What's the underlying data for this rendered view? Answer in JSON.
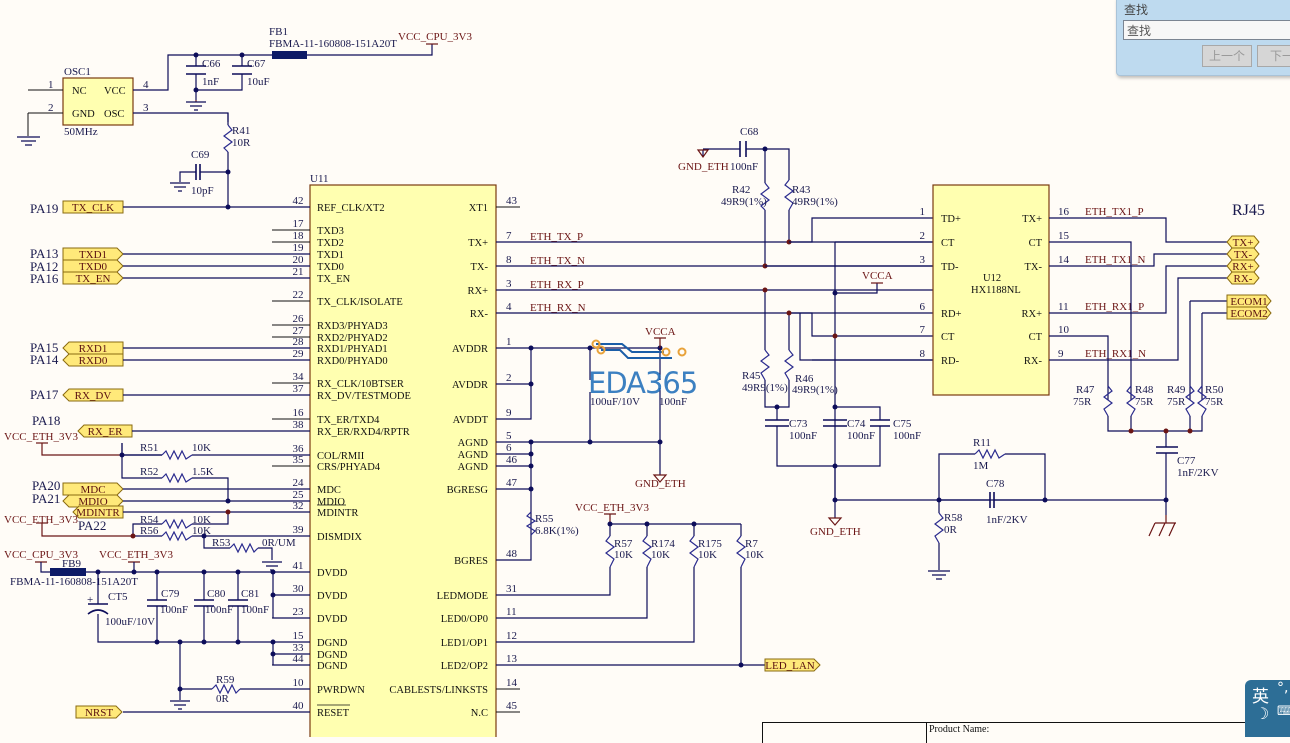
{
  "find_panel": {
    "title": "查找",
    "input_value": "查找",
    "prev_label": "上一个",
    "next_label": "下一个"
  },
  "ime": {
    "lang": "英",
    "punct": "°,",
    "moon": "☽",
    "keyboard": "⌨"
  },
  "watermark": "EDA365",
  "title_block": {
    "product_name_label": "Product Name:"
  },
  "labels": {
    "fb1_ref": "FB1",
    "fb1_val": "FBMA-11-160808-151A20T",
    "vcc_cpu": "VCC_CPU_3V3",
    "vcc_eth": "VCC_ETH_3V3",
    "vcca": "VCCA",
    "gnd_eth": "GND_ETH",
    "osc1": "OSC1",
    "osc_freq": "50MHz",
    "osc_nc": "NC",
    "osc_vcc": "VCC",
    "osc_gnd": "GND",
    "osc_osc": "OSC",
    "osc_p1": "1",
    "osc_p2": "2",
    "osc_p3": "3",
    "osc_p4": "4",
    "c66": "C66",
    "c66v": "1nF",
    "c67": "C67",
    "c67v": "10uF",
    "r41": "R41",
    "r41v": "10R",
    "c69": "C69",
    "c69v": "10pF",
    "u11": "U11",
    "u12": "U12",
    "u12v": "HX1188NL",
    "rj45": "RJ45",
    "c68": "C68",
    "c68v": "100nF",
    "r42": "R42",
    "r42v": "49R9(1%)",
    "r43": "R43",
    "r43v": "49R9(1%)",
    "r45": "R45",
    "r45v": "49R9(1%)",
    "r46": "R46",
    "r46v": "49R9(1%)",
    "c73": "C73",
    "c73v": "100nF",
    "c74": "C74",
    "c74v": "100nF",
    "c75": "C75",
    "c75v": "100nF",
    "ct_cap_v": "100uF/10V",
    "c_vcca_v": "100nF",
    "r55": "R55",
    "r55v": "6.8K(1%)",
    "r57": "R57",
    "r57v": "10K",
    "r174": "R174",
    "r174v": "10K",
    "r175": "R175",
    "r175v": "10K",
    "r7": "R7",
    "r7v": "10K",
    "r51": "R51",
    "r51v": "10K",
    "r52": "R52",
    "r52v": "1.5K",
    "r54": "R54",
    "r54v": "10K",
    "r56": "R56",
    "r56v": "10K",
    "r53": "R53",
    "r53v": "0R/UM",
    "fb9": "FB9",
    "fb9v": "FBMA-11-160808-151A20T",
    "ct5": "CT5",
    "ct5v": "100uF/10V",
    "c79": "C79",
    "c79v": "100nF",
    "c80": "C80",
    "c80v": "100nF",
    "c81": "C81",
    "c81v": "100nF",
    "r59": "R59",
    "r59v": "0R",
    "r47": "R47",
    "r47v": "75R",
    "r48": "R48",
    "r48v": "75R",
    "r49": "R49",
    "r49v": "75R",
    "r50": "R50",
    "r50v": "75R",
    "c77": "C77",
    "c77v": "1nF/2KV",
    "r11": "R11",
    "r11v": "1M",
    "c78": "C78",
    "c78v": "1nF/2KV",
    "r58": "R58",
    "r58v": "0R"
  },
  "u11_left_pins": [
    {
      "num": "42",
      "name": "REF_CLK/XT2"
    },
    {
      "num": "17",
      "name": "TXD3"
    },
    {
      "num": "18",
      "name": "TXD2"
    },
    {
      "num": "19",
      "name": "TXD1"
    },
    {
      "num": "20",
      "name": "TXD0"
    },
    {
      "num": "21",
      "name": "TX_EN"
    },
    {
      "num": "22",
      "name": "TX_CLK/ISOLATE"
    },
    {
      "num": "26",
      "name": "RXD3/PHYAD3"
    },
    {
      "num": "27",
      "name": "RXD2/PHYAD2"
    },
    {
      "num": "28",
      "name": "RXD1/PHYAD1"
    },
    {
      "num": "29",
      "name": "RXD0/PHYAD0"
    },
    {
      "num": "34",
      "name": "RX_CLK/10BTSER"
    },
    {
      "num": "37",
      "name": "RX_DV/TESTMODE"
    },
    {
      "num": "16",
      "name": "TX_ER/TXD4"
    },
    {
      "num": "38",
      "name": "RX_ER/RXD4/RPTR"
    },
    {
      "num": "36",
      "name": "COL/RMII"
    },
    {
      "num": "35",
      "name": "CRS/PHYAD4"
    },
    {
      "num": "24",
      "name": "MDC"
    },
    {
      "num": "25",
      "name": "MDIO"
    },
    {
      "num": "32",
      "name": "MDINTR"
    },
    {
      "num": "39",
      "name": "DISMDIX"
    },
    {
      "num": "41",
      "name": "DVDD"
    },
    {
      "num": "30",
      "name": "DVDD"
    },
    {
      "num": "23",
      "name": "DVDD"
    },
    {
      "num": "15",
      "name": "DGND"
    },
    {
      "num": "33",
      "name": "DGND"
    },
    {
      "num": "44",
      "name": "DGND"
    },
    {
      "num": "10",
      "name": "PWRDWN"
    },
    {
      "num": "40",
      "name": "RESET"
    }
  ],
  "u11_right_pins": [
    {
      "num": "43",
      "name": "XT1"
    },
    {
      "num": "7",
      "name": "TX+",
      "net": "ETH_TX_P"
    },
    {
      "num": "8",
      "name": "TX-",
      "net": "ETH_TX_N"
    },
    {
      "num": "3",
      "name": "RX+",
      "net": "ETH_RX_P"
    },
    {
      "num": "4",
      "name": "RX-",
      "net": "ETH_RX_N"
    },
    {
      "num": "1",
      "name": "AVDDR"
    },
    {
      "num": "2",
      "name": "AVDDR"
    },
    {
      "num": "9",
      "name": "AVDDT"
    },
    {
      "num": "5",
      "name": "AGND"
    },
    {
      "num": "6",
      "name": "AGND"
    },
    {
      "num": "46",
      "name": "AGND"
    },
    {
      "num": "47",
      "name": "BGRESG"
    },
    {
      "num": "48",
      "name": "BGRES"
    },
    {
      "num": "31",
      "name": "LEDMODE"
    },
    {
      "num": "11",
      "name": "LED0/OP0"
    },
    {
      "num": "12",
      "name": "LED1/OP1"
    },
    {
      "num": "13",
      "name": "LED2/OP2"
    },
    {
      "num": "14",
      "name": "CABLESTS/LINKSTS"
    },
    {
      "num": "45",
      "name": "N.C"
    }
  ],
  "u12_left_pins": [
    {
      "num": "1",
      "name": "TD+"
    },
    {
      "num": "2",
      "name": "CT"
    },
    {
      "num": "3",
      "name": "TD-"
    },
    {
      "num": "6",
      "name": "RD+"
    },
    {
      "num": "7",
      "name": "CT"
    },
    {
      "num": "8",
      "name": "RD-"
    }
  ],
  "u12_right_pins": [
    {
      "num": "16",
      "name": "TX+",
      "net": "ETH_TX1_P"
    },
    {
      "num": "15",
      "name": "CT"
    },
    {
      "num": "14",
      "name": "TX-",
      "net": "ETH_TX1_N"
    },
    {
      "num": "11",
      "name": "RX+",
      "net": "ETH_RX1_P"
    },
    {
      "num": "10",
      "name": "CT"
    },
    {
      "num": "9",
      "name": "RX-",
      "net": "ETH_RX1_N"
    }
  ],
  "mcu_ports": [
    {
      "pa": "PA19",
      "net": "TX_CLK"
    },
    {
      "pa": "PA13",
      "net": "TXD1"
    },
    {
      "pa": "PA12",
      "net": "TXD0"
    },
    {
      "pa": "PA16",
      "net": "TX_EN"
    },
    {
      "pa": "PA15",
      "net": "RXD1"
    },
    {
      "pa": "PA14",
      "net": "RXD0"
    },
    {
      "pa": "PA17",
      "net": "RX_DV"
    },
    {
      "pa": "PA18",
      "net": "RX_ER"
    },
    {
      "pa": "PA20",
      "net": "MDC"
    },
    {
      "pa": "PA21",
      "net": "MDIO"
    },
    {
      "pa": "PA22",
      "net": "MDINTR"
    },
    {
      "pa": "",
      "net": "NRST"
    }
  ],
  "rj45_ports": [
    "TX+",
    "TX-",
    "RX+",
    "RX-",
    "ECOM1",
    "ECOM2"
  ],
  "led_port": "LED_LAN"
}
